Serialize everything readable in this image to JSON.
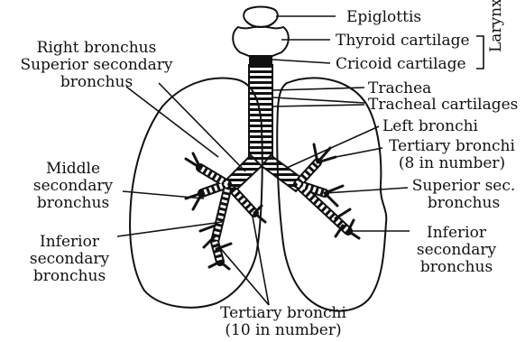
{
  "diagram": {
    "labels": {
      "epiglottis": "Epiglottis",
      "thyroid_cartilage": "Thyroid cartilage",
      "cricoid_cartilage": "Cricoid cartilage",
      "larynx": "Larynx",
      "trachea": "Trachea",
      "tracheal_cartilages": "Tracheal cartilages",
      "left_bronchi": "Left bronchi",
      "tertiary_bronchi_right_line1": "Tertiary bronchi",
      "tertiary_bronchi_right_line2": "(8 in number)",
      "superior_sec_line1": "Superior sec.",
      "superior_sec_line2": "bronchus",
      "inferior_secondary_right_line1": "Inferior",
      "inferior_secondary_right_line2": "secondary",
      "inferior_secondary_right_line3": "bronchus",
      "right_bronchus": "Right bronchus",
      "superior_secondary_line1": "Superior secondary",
      "superior_secondary_line2": "bronchus",
      "middle_secondary_line1": "Middle",
      "middle_secondary_line2": "secondary",
      "middle_secondary_line3": "bronchus",
      "inferior_secondary_left_line1": "Inferior",
      "inferior_secondary_left_line2": "secondary",
      "inferior_secondary_left_line3": "bronchus",
      "tertiary_bronchi_bottom_line1": "Tertiary bronchi",
      "tertiary_bronchi_bottom_line2": "(10 in number)"
    },
    "colors": {
      "ink": "#111111",
      "background": "#ffffff"
    }
  }
}
